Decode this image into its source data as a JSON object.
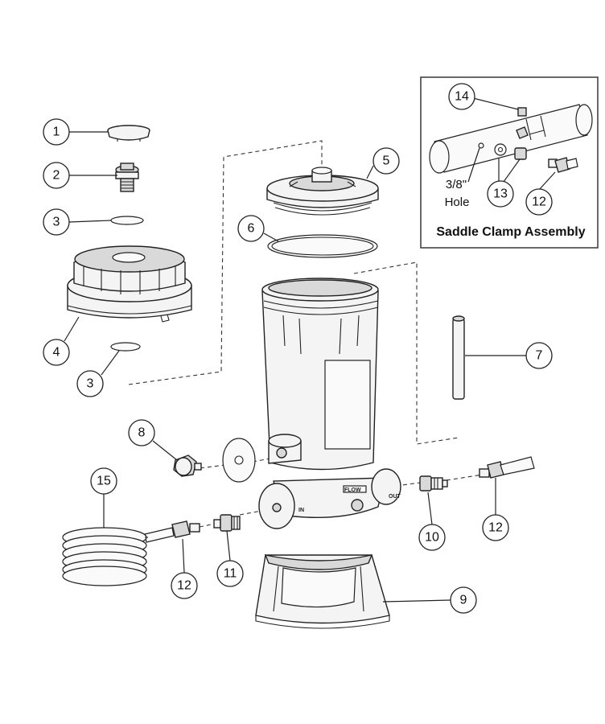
{
  "callouts": [
    {
      "id": "c1",
      "label": "1"
    },
    {
      "id": "c2",
      "label": "2"
    },
    {
      "id": "c3a",
      "label": "3"
    },
    {
      "id": "c3b",
      "label": "3"
    },
    {
      "id": "c4",
      "label": "4"
    },
    {
      "id": "c5",
      "label": "5"
    },
    {
      "id": "c6",
      "label": "6"
    },
    {
      "id": "c7",
      "label": "7"
    },
    {
      "id": "c8",
      "label": "8"
    },
    {
      "id": "c9",
      "label": "9"
    },
    {
      "id": "c10",
      "label": "10"
    },
    {
      "id": "c11",
      "label": "11"
    },
    {
      "id": "c12a",
      "label": "12"
    },
    {
      "id": "c12b",
      "label": "12"
    },
    {
      "id": "c12c",
      "label": "12"
    },
    {
      "id": "c13",
      "label": "13"
    },
    {
      "id": "c14",
      "label": "14"
    },
    {
      "id": "c15",
      "label": "15"
    }
  ],
  "inset": {
    "title": "Saddle Clamp Assembly",
    "hole_label_line1": "3/8\"",
    "hole_label_line2": "Hole"
  },
  "body_labels": {
    "flow": "FLOW",
    "out": "OUT",
    "in": "IN"
  }
}
